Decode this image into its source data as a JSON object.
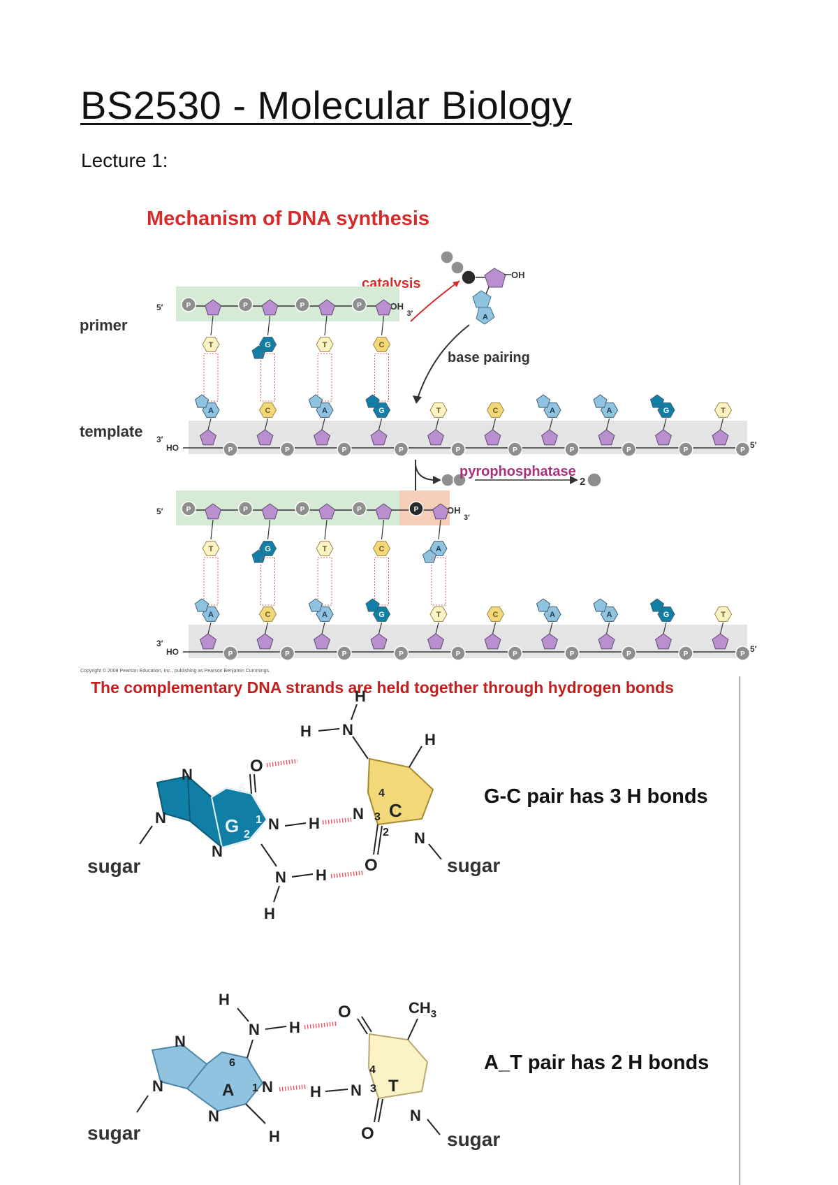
{
  "document": {
    "title": "BS2530 - Molecular Biology",
    "subtitle": "Lecture 1:"
  },
  "synthesis_figure": {
    "heading": "Mechanism of DNA synthesis",
    "labels": {
      "primer": "primer",
      "template": "template",
      "catalysis": "catalysis",
      "base_pairing": "base pairing",
      "pyrophosphatase": "pyrophosphatase",
      "five_prime": "5′",
      "three_prime": "3′",
      "oh": "OH",
      "ho": "HO",
      "two": "2",
      "p": "P"
    },
    "incoming_base": "A",
    "primer_bases": [
      "T",
      "G",
      "T",
      "C"
    ],
    "template_bases": [
      "A",
      "C",
      "A",
      "G",
      "T",
      "C",
      "A",
      "A",
      "G",
      "T"
    ],
    "copyright": "Copyright © 2008 Pearson Education, Inc., publishing as Pearson Benjamin Cummings."
  },
  "hbond_figure": {
    "heading": "The complementary DNA strands are held together through hydrogen bonds",
    "gc_caption": "G-C pair has 3 H bonds",
    "at_caption": "A_T pair has 2 H bonds",
    "atoms": {
      "H": "H",
      "N": "N",
      "O": "O",
      "sugar": "sugar",
      "G": "G",
      "C": "C",
      "A": "A",
      "T": "T",
      "CH3": "CH",
      "three_sub": "3",
      "n1": "1",
      "n2": "2",
      "n3": "3",
      "n4": "4",
      "n6": "6"
    }
  },
  "colors": {
    "red": "#d42b2b",
    "magenta": "#a6327f",
    "primer_band": "#d6ebd6",
    "template_band": "#e4e4e4",
    "new_nt_band": "#f6cdb9",
    "sugar": "#b98fd0",
    "phosphate": "#8e8e8e",
    "A": "#8fc3e0",
    "T": "#fbf2c6",
    "G": "#117fa5",
    "C": "#f3d879"
  }
}
